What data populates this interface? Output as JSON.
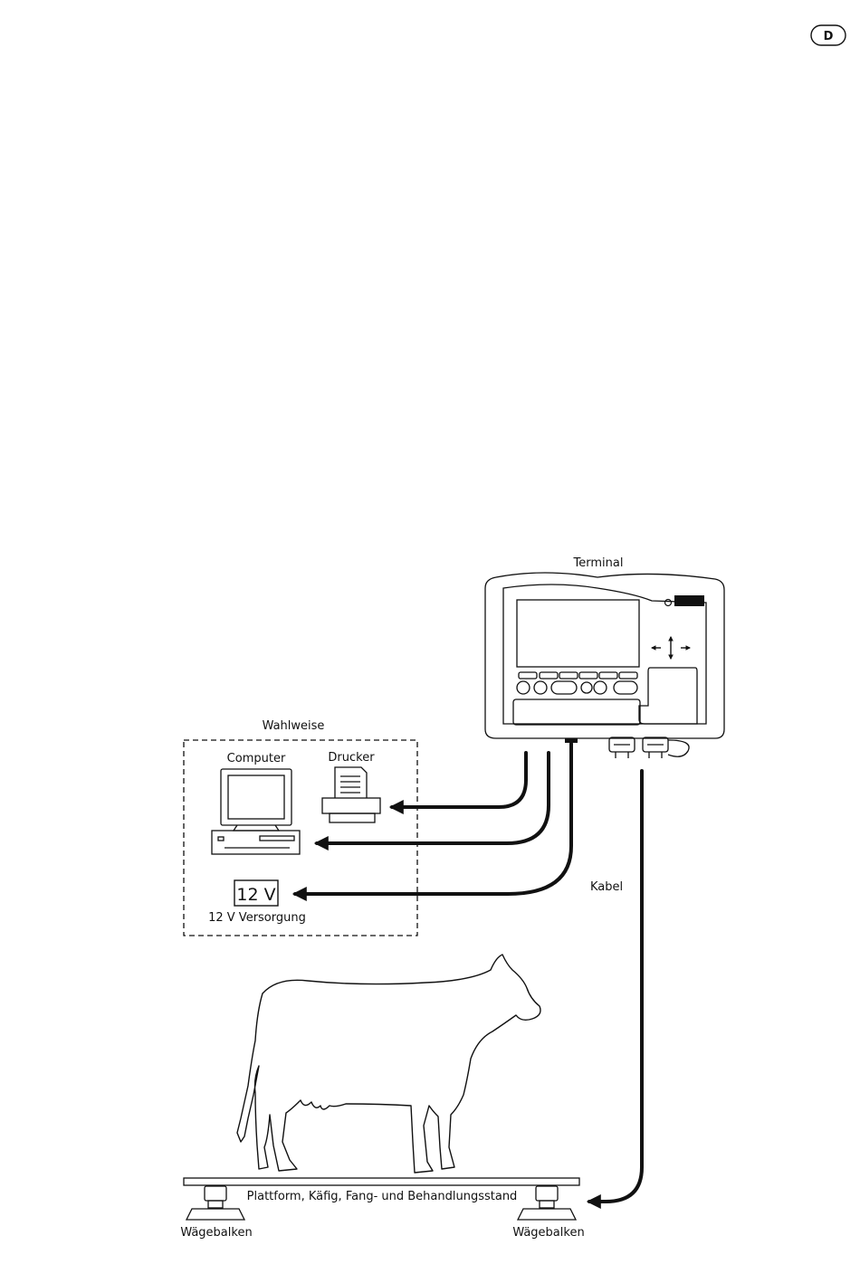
{
  "language_badge": "D",
  "terminal": {
    "label": "Terminal"
  },
  "optional": {
    "label": "Wahlweise",
    "computer_label": "Computer",
    "printer_label": "Drucker",
    "power_box": "12 V",
    "power_label": "12 V Versorgung"
  },
  "cable_label": "Kabel",
  "platform_label": "Plattform, Käfig, Fang- und Behandlungsstand",
  "load_bars": {
    "left": "Wägebalken",
    "right": "Wägebalken"
  }
}
